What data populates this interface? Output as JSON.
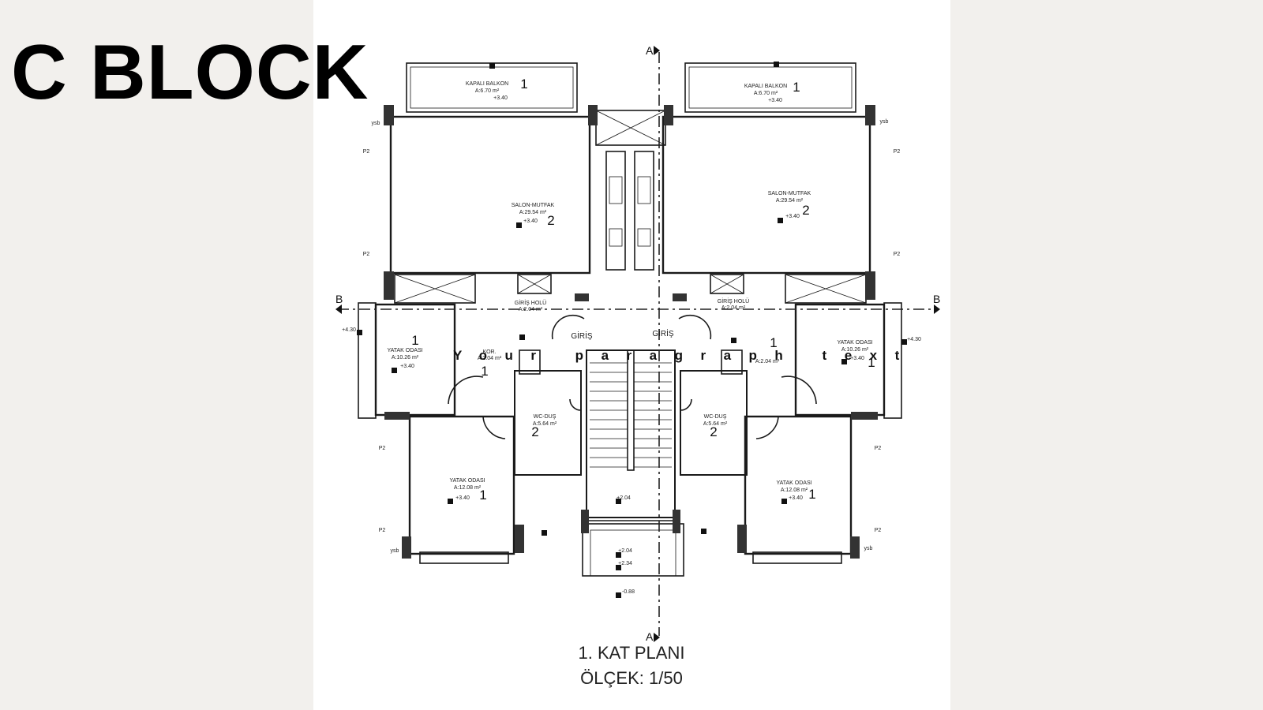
{
  "title": "C BLOCK",
  "paragraph_placeholder": "Your paragraph text",
  "plan_caption": "1. KAT PLANI",
  "scale_caption": "ÖLÇEK: 1/50",
  "section_markers": {
    "a": "A",
    "b": "B"
  },
  "rooms": {
    "balcony": {
      "name": "KAPALI BALKON",
      "area": "A:6.70 m²",
      "level": "+3.40",
      "tag": "1"
    },
    "salon": {
      "name": "SALON-MUTFAK",
      "area": "A:29.54 m²",
      "level": "+3.40",
      "tag": "2"
    },
    "bedroom_a": {
      "name": "YATAK ODASI",
      "area": "A:10.26 m²",
      "level": "+3.40",
      "tag": "1"
    },
    "bedroom_b": {
      "name": "YATAK ODASI",
      "area": "A:12.08 m²",
      "level": "+3.40",
      "tag": "1"
    },
    "wc": {
      "name": "WC-DUŞ",
      "area": "A:5.64 m²",
      "tag": "2"
    },
    "hall": {
      "name": "GİRİŞ HOLÜ",
      "area": "A:2.04 m²"
    },
    "corridor": {
      "name": "KOR.",
      "area": "A:2.04 m²",
      "tag": "1"
    },
    "entrance": "GİRİŞ",
    "stair_levels": [
      "+2.04",
      "+2.04",
      "+2.34",
      "-0.88"
    ],
    "side_level": "+4.30",
    "ysb": "ysb",
    "door_tag": "P2"
  },
  "colors": {
    "background": "#f2f0ed",
    "sheet": "#ffffff",
    "ink": "#1a1a1a"
  }
}
